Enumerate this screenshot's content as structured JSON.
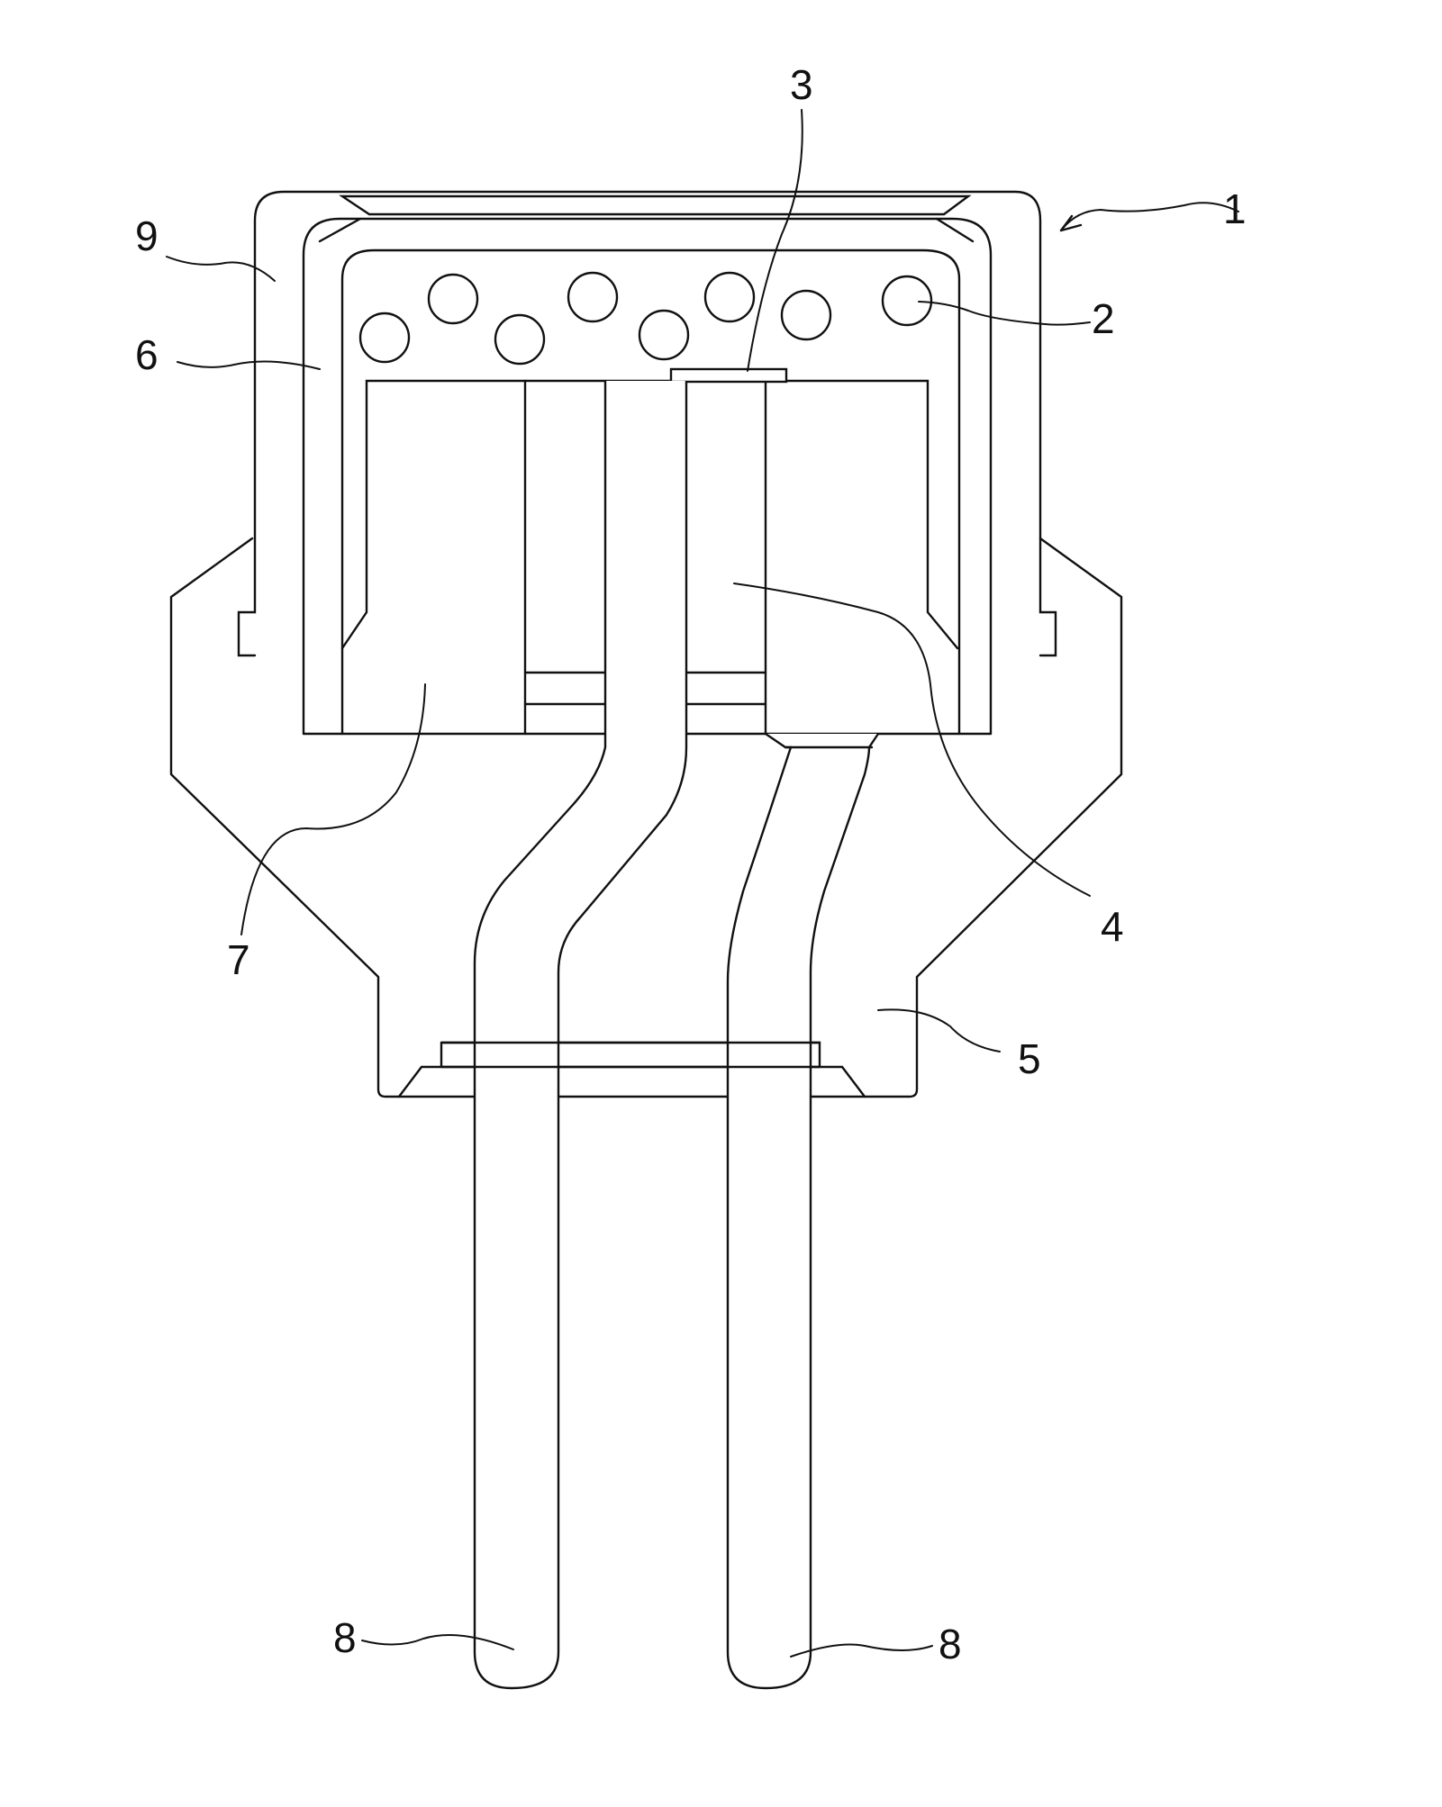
{
  "labels": {
    "l1": "1",
    "l2": "2",
    "l3": "3",
    "l4": "4",
    "l5": "5",
    "l6": "6",
    "l7": "7",
    "l8a": "8",
    "l8b": "8",
    "l9": "9"
  }
}
